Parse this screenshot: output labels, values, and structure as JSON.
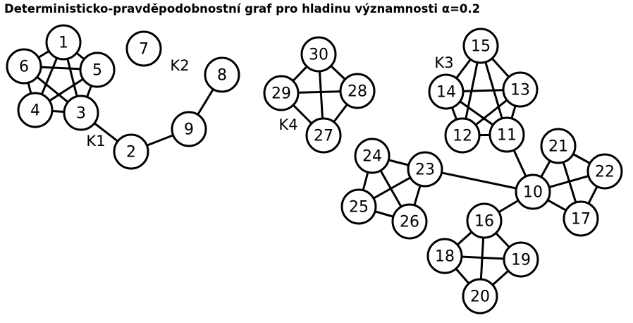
{
  "title": "Deterministicko-pravděpodobnostní graf pro hladinu významnosti α=0.2",
  "graph": {
    "nodes": [
      {
        "id": "1",
        "label": "1"
      },
      {
        "id": "2",
        "label": "2"
      },
      {
        "id": "3",
        "label": "3"
      },
      {
        "id": "4",
        "label": "4"
      },
      {
        "id": "5",
        "label": "5"
      },
      {
        "id": "6",
        "label": "6"
      },
      {
        "id": "7",
        "label": "7"
      },
      {
        "id": "8",
        "label": "8"
      },
      {
        "id": "9",
        "label": "9"
      },
      {
        "id": "10",
        "label": "10"
      },
      {
        "id": "11",
        "label": "11"
      },
      {
        "id": "12",
        "label": "12"
      },
      {
        "id": "13",
        "label": "13"
      },
      {
        "id": "14",
        "label": "14"
      },
      {
        "id": "15",
        "label": "15"
      },
      {
        "id": "16",
        "label": "16"
      },
      {
        "id": "17",
        "label": "17"
      },
      {
        "id": "18",
        "label": "18"
      },
      {
        "id": "19",
        "label": "19"
      },
      {
        "id": "20",
        "label": "20"
      },
      {
        "id": "21",
        "label": "21"
      },
      {
        "id": "22",
        "label": "22"
      },
      {
        "id": "23",
        "label": "23"
      },
      {
        "id": "24",
        "label": "24"
      },
      {
        "id": "25",
        "label": "25"
      },
      {
        "id": "26",
        "label": "26"
      },
      {
        "id": "27",
        "label": "27"
      },
      {
        "id": "28",
        "label": "28"
      },
      {
        "id": "29",
        "label": "29"
      },
      {
        "id": "30",
        "label": "30"
      }
    ],
    "edges": [
      [
        "1",
        "6"
      ],
      [
        "1",
        "5"
      ],
      [
        "1",
        "4"
      ],
      [
        "1",
        "3"
      ],
      [
        "6",
        "5"
      ],
      [
        "6",
        "4"
      ],
      [
        "6",
        "3"
      ],
      [
        "5",
        "4"
      ],
      [
        "5",
        "3"
      ],
      [
        "4",
        "3"
      ],
      [
        "3",
        "2"
      ],
      [
        "2",
        "9"
      ],
      [
        "9",
        "8"
      ],
      [
        "30",
        "29"
      ],
      [
        "30",
        "28"
      ],
      [
        "30",
        "27"
      ],
      [
        "29",
        "28"
      ],
      [
        "29",
        "27"
      ],
      [
        "28",
        "27"
      ],
      [
        "15",
        "14"
      ],
      [
        "15",
        "13"
      ],
      [
        "15",
        "12"
      ],
      [
        "15",
        "11"
      ],
      [
        "14",
        "13"
      ],
      [
        "14",
        "12"
      ],
      [
        "14",
        "11"
      ],
      [
        "13",
        "12"
      ],
      [
        "13",
        "11"
      ],
      [
        "12",
        "11"
      ],
      [
        "11",
        "10"
      ],
      [
        "24",
        "23"
      ],
      [
        "24",
        "25"
      ],
      [
        "24",
        "26"
      ],
      [
        "23",
        "25"
      ],
      [
        "23",
        "26"
      ],
      [
        "25",
        "26"
      ],
      [
        "23",
        "10"
      ],
      [
        "10",
        "21"
      ],
      [
        "10",
        "22"
      ],
      [
        "10",
        "17"
      ],
      [
        "21",
        "22"
      ],
      [
        "21",
        "17"
      ],
      [
        "22",
        "17"
      ],
      [
        "10",
        "16"
      ],
      [
        "16",
        "18"
      ],
      [
        "16",
        "19"
      ],
      [
        "16",
        "20"
      ],
      [
        "18",
        "19"
      ],
      [
        "18",
        "20"
      ],
      [
        "19",
        "20"
      ]
    ],
    "clusters": [
      {
        "id": "K1",
        "label": "K1"
      },
      {
        "id": "K2",
        "label": "K2"
      },
      {
        "id": "K3",
        "label": "K3"
      },
      {
        "id": "K4",
        "label": "K4"
      }
    ]
  }
}
